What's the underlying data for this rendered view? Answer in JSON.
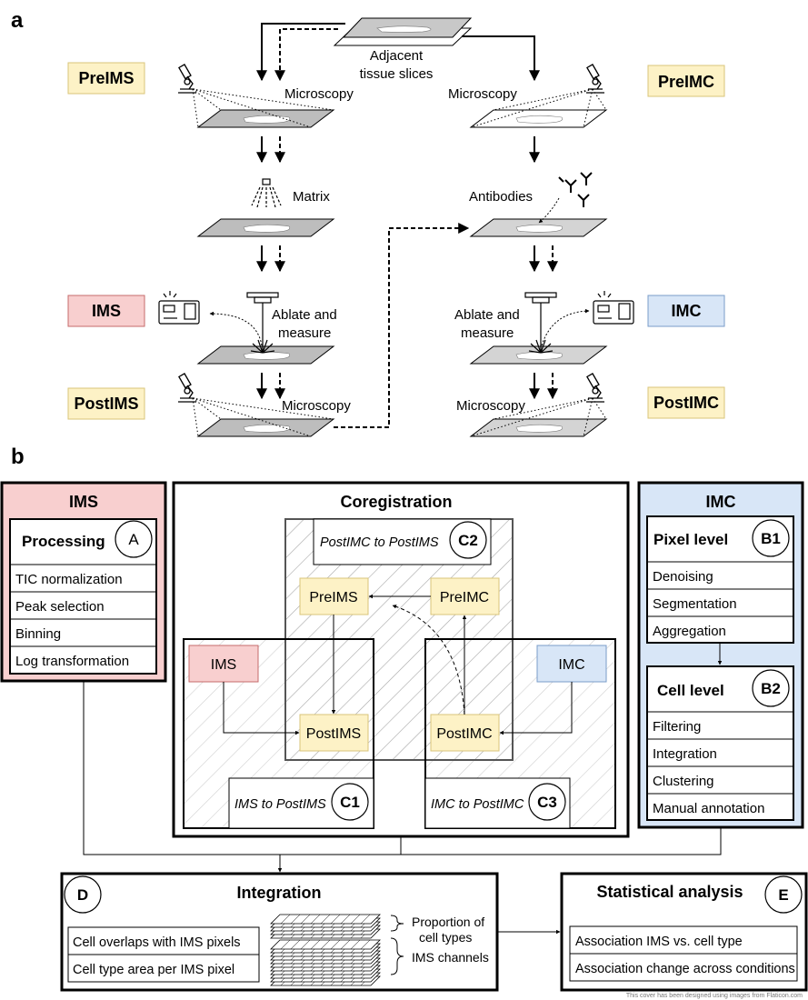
{
  "colors": {
    "pre_fill": "#fdf2c6",
    "pre_stroke": "#d9c47a",
    "ims_fill": "#f8cfcf",
    "ims_stroke": "#c66b6b",
    "imc_fill": "#d8e6f7",
    "imc_stroke": "#7a9cc9",
    "slide_dark": "#bdbdbd",
    "slide_light": "#d4d4d4"
  },
  "panel_a": {
    "label": "a",
    "adjacent": [
      "Adjacent",
      "tissue slices"
    ],
    "microscopy": "Microscopy",
    "matrix": "Matrix",
    "antibodies": "Antibodies",
    "ablate": [
      "Ablate and",
      "measure"
    ],
    "left_tags": [
      "PreIMS",
      "IMS",
      "PostIMS"
    ],
    "right_tags": [
      "PreIMC",
      "IMC",
      "PostIMC"
    ]
  },
  "panel_b": {
    "label": "b",
    "ims_box": {
      "title": "IMS",
      "processing": "Processing",
      "badge": "A",
      "items": [
        "TIC normalization",
        "Peak selection",
        "Binning",
        "Log transformation"
      ]
    },
    "coreg": {
      "title": "Coregistration",
      "c2_label": "PostIMC to PostIMS",
      "c2_badge": "C2",
      "c1_label": "IMS to PostIMS",
      "c1_badge": "C1",
      "c3_label": "IMC to PostIMC",
      "c3_badge": "C3",
      "nodes": {
        "preims": "PreIMS",
        "preimc": "PreIMC",
        "ims": "IMS",
        "imc": "IMC",
        "postims": "PostIMS",
        "postimc": "PostIMC"
      }
    },
    "imc_box": {
      "title": "IMC",
      "pixel": "Pixel level",
      "pixel_badge": "B1",
      "pixel_items": [
        "Denoising",
        "Segmentation",
        "Aggregation"
      ],
      "cell": "Cell level",
      "cell_badge": "B2",
      "cell_items": [
        "Filtering",
        "Integration",
        "Clustering",
        "Manual annotation"
      ]
    },
    "integration": {
      "title": "Integration",
      "badge": "D",
      "items": [
        "Cell overlaps with IMS pixels",
        "Cell type area per IMS pixel"
      ],
      "stack_labels": [
        "Proportion of",
        "cell types",
        "IMS channels"
      ]
    },
    "stats": {
      "title": "Statistical analysis",
      "badge": "E",
      "items": [
        "Association IMS vs. cell type",
        "Association change across conditions"
      ]
    }
  },
  "footnote": "This cover has been designed using images from Flaticon.com"
}
